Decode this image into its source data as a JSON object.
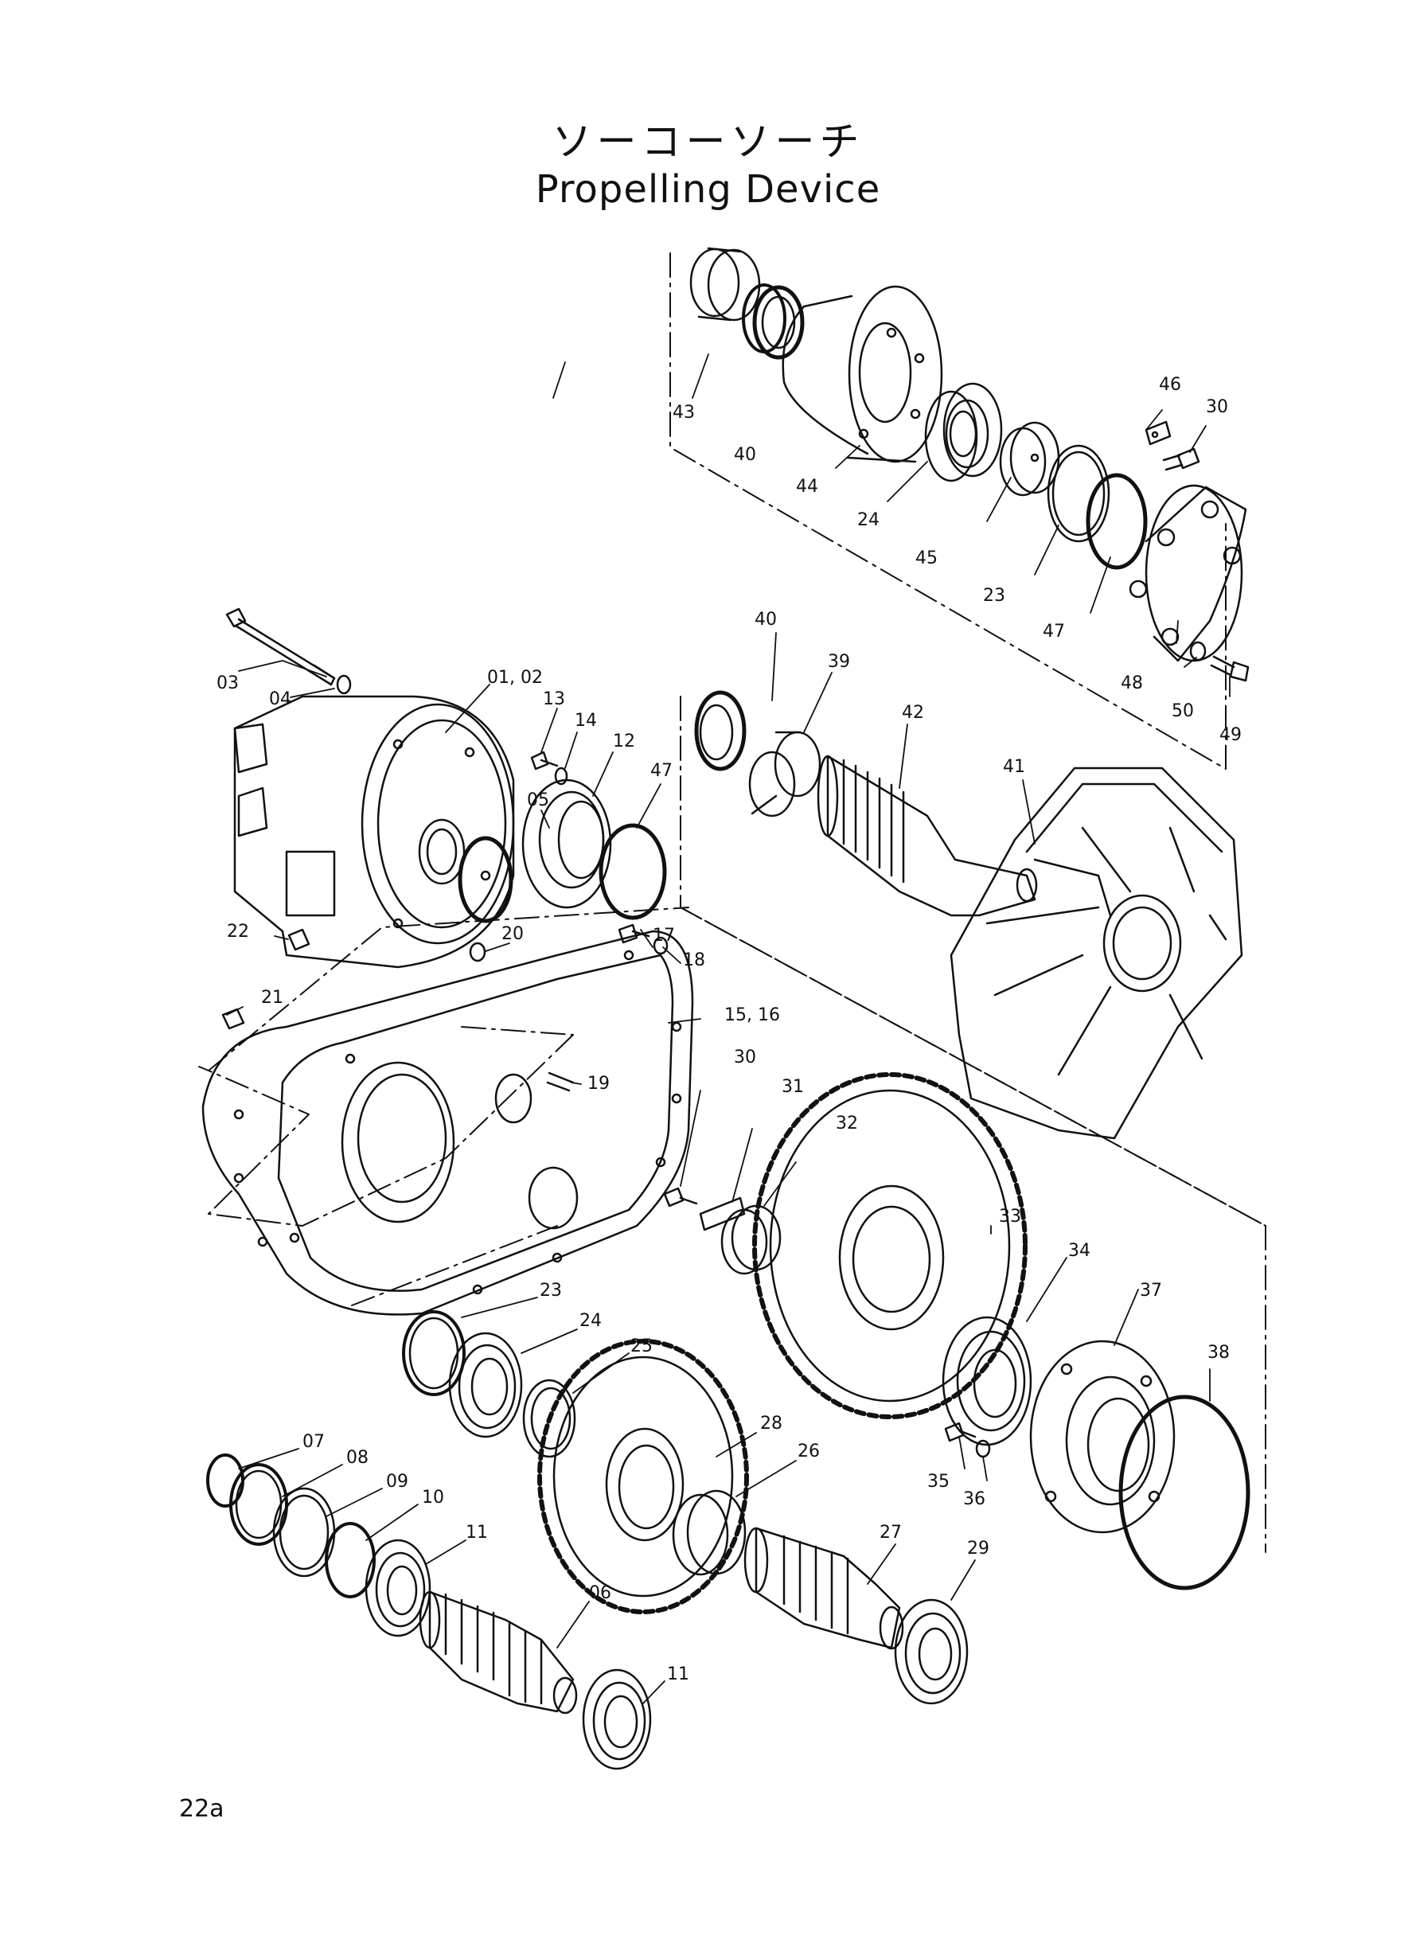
{
  "title": {
    "japanese": "ソーコーソーチ",
    "english": "Propelling Device"
  },
  "page_number": "22a",
  "callouts": [
    {
      "id": "c43",
      "label": "43"
    },
    {
      "id": "c40a",
      "label": "40"
    },
    {
      "id": "c44",
      "label": "44"
    },
    {
      "id": "c24a",
      "label": "24"
    },
    {
      "id": "c45",
      "label": "45"
    },
    {
      "id": "c46",
      "label": "46"
    },
    {
      "id": "c30a",
      "label": "30"
    },
    {
      "id": "c23a",
      "label": "23"
    },
    {
      "id": "c47a",
      "label": "47"
    },
    {
      "id": "c48",
      "label": "48"
    },
    {
      "id": "c50",
      "label": "50"
    },
    {
      "id": "c49",
      "label": "49"
    },
    {
      "id": "c40b",
      "label": "40"
    },
    {
      "id": "c39",
      "label": "39"
    },
    {
      "id": "c42",
      "label": "42"
    },
    {
      "id": "c41",
      "label": "41"
    },
    {
      "id": "c03",
      "label": "03"
    },
    {
      "id": "c04",
      "label": "04"
    },
    {
      "id": "c0102",
      "label": "01, 02"
    },
    {
      "id": "c13",
      "label": "13"
    },
    {
      "id": "c14",
      "label": "14"
    },
    {
      "id": "c12",
      "label": "12"
    },
    {
      "id": "c05",
      "label": "05"
    },
    {
      "id": "c47b",
      "label": "47"
    },
    {
      "id": "c22",
      "label": "22"
    },
    {
      "id": "c20",
      "label": "20"
    },
    {
      "id": "c17",
      "label": "17"
    },
    {
      "id": "c18",
      "label": "18"
    },
    {
      "id": "c21",
      "label": "21"
    },
    {
      "id": "c1516",
      "label": "15, 16"
    },
    {
      "id": "c19",
      "label": "19"
    },
    {
      "id": "c30b",
      "label": "30"
    },
    {
      "id": "c31",
      "label": "31"
    },
    {
      "id": "c32",
      "label": "32"
    },
    {
      "id": "c33",
      "label": "33"
    },
    {
      "id": "c34",
      "label": "34"
    },
    {
      "id": "c37",
      "label": "37"
    },
    {
      "id": "c38",
      "label": "38"
    },
    {
      "id": "c23b",
      "label": "23"
    },
    {
      "id": "c24b",
      "label": "24"
    },
    {
      "id": "c25",
      "label": "25"
    },
    {
      "id": "c28",
      "label": "28"
    },
    {
      "id": "c26",
      "label": "26"
    },
    {
      "id": "c07",
      "label": "07"
    },
    {
      "id": "c08",
      "label": "08"
    },
    {
      "id": "c09",
      "label": "09"
    },
    {
      "id": "c10",
      "label": "10"
    },
    {
      "id": "c11a",
      "label": "11"
    },
    {
      "id": "c06",
      "label": "06"
    },
    {
      "id": "c11b",
      "label": "11"
    },
    {
      "id": "c35",
      "label": "35"
    },
    {
      "id": "c36",
      "label": "36"
    },
    {
      "id": "c27",
      "label": "27"
    },
    {
      "id": "c29",
      "label": "29"
    }
  ]
}
